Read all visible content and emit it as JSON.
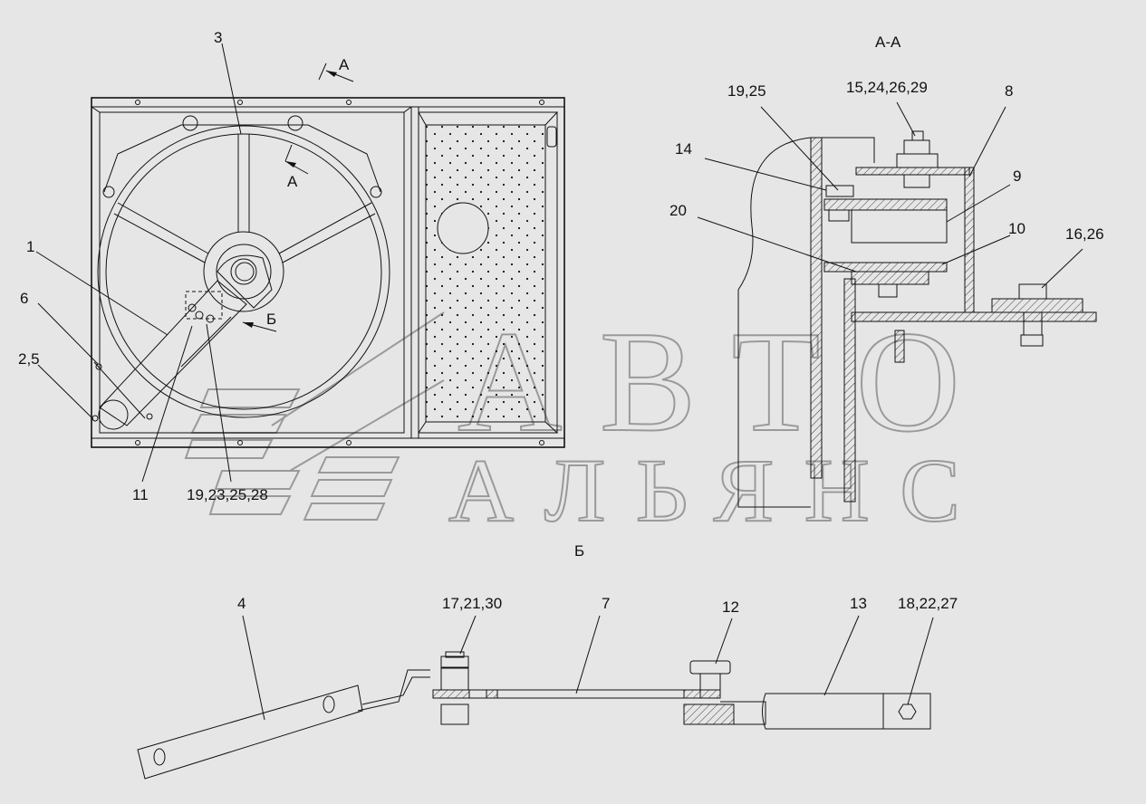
{
  "section_titles": {
    "aa": "А-А",
    "b": "Б"
  },
  "view_markers": {
    "a_top": "А",
    "a_wheel": "А",
    "b_arrow": "Б"
  },
  "labels_main": [
    "1",
    "2,5",
    "3",
    "6",
    "11",
    "19,23,25,28"
  ],
  "labels_aa": [
    "19,25",
    "15,24,26,29",
    "8",
    "14",
    "9",
    "20",
    "10",
    "16,26"
  ],
  "labels_b": [
    "4",
    "17,21,30",
    "7",
    "12",
    "13",
    "18,22,27"
  ],
  "watermark": {
    "line1": "АВТО",
    "line2": "АЛЬЯНС"
  },
  "colors": {
    "background": "#e6e6e6",
    "ink": "#111111",
    "watermark": "#9a9a9a"
  }
}
